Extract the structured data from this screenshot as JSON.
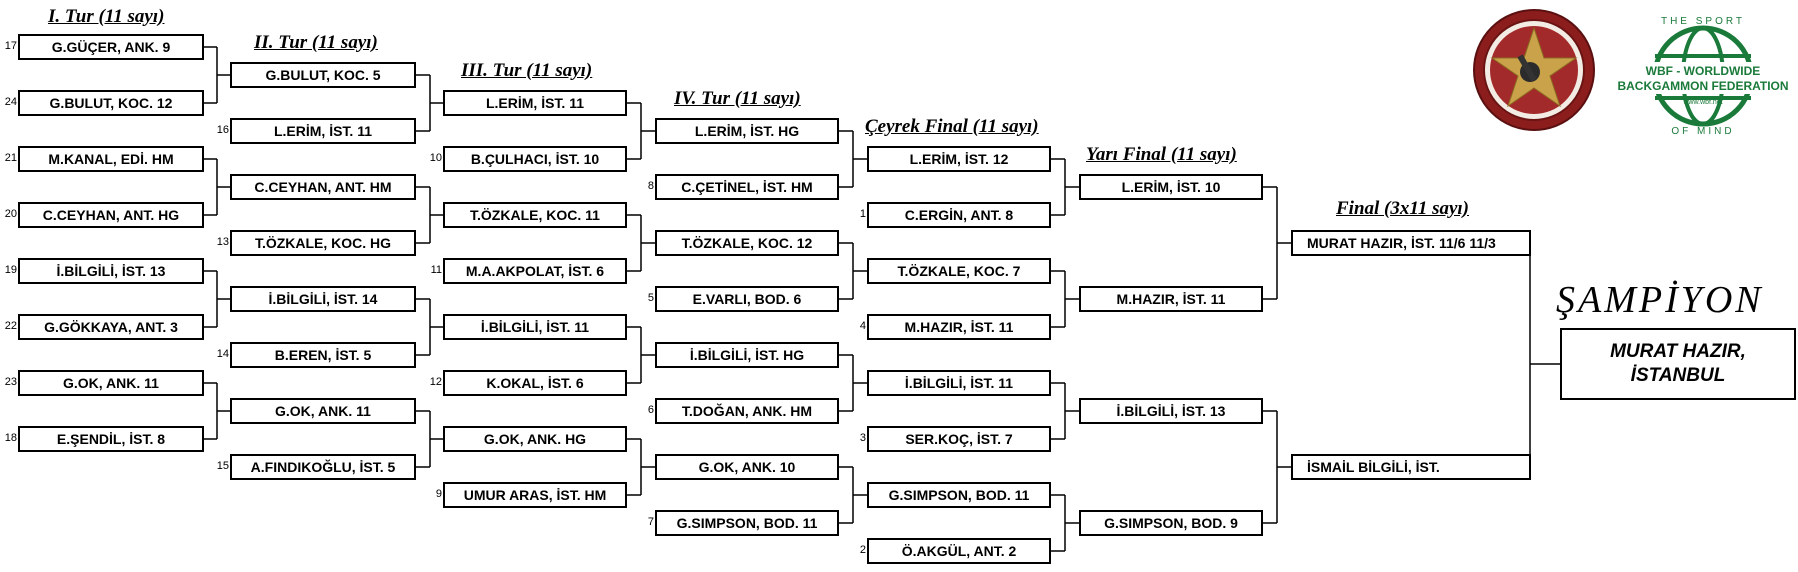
{
  "rounds": [
    {
      "title": "I. Tur (11 sayı)",
      "entries": [
        {
          "seed": "17",
          "name": "G.GÜÇER, ANK.  9"
        },
        {
          "seed": "24",
          "name": "G.BULUT, KOC.  12"
        },
        {
          "seed": "21",
          "name": "M.KANAL, EDİ.  HM"
        },
        {
          "seed": "20",
          "name": "C.CEYHAN, ANT.  HG"
        },
        {
          "seed": "19",
          "name": "İ.BİLGİLİ, İST.  13"
        },
        {
          "seed": "22",
          "name": "G.GÖKKAYA, ANT.  3"
        },
        {
          "seed": "23",
          "name": "G.OK, ANK.  11"
        },
        {
          "seed": "18",
          "name": "E.ŞENDİL, İST.  8"
        }
      ]
    },
    {
      "title": "II. Tur (11 sayı)",
      "entries": [
        {
          "seed": "",
          "name": "G.BULUT, KOC.  5"
        },
        {
          "seed": "16",
          "name": "L.ERİM, İST.  11"
        },
        {
          "seed": "",
          "name": "C.CEYHAN, ANT.  HM"
        },
        {
          "seed": "13",
          "name": "T.ÖZKALE, KOC.  HG"
        },
        {
          "seed": "",
          "name": "İ.BİLGİLİ, İST.  14"
        },
        {
          "seed": "14",
          "name": "B.EREN, İST.  5"
        },
        {
          "seed": "",
          "name": "G.OK, ANK.  11"
        },
        {
          "seed": "15",
          "name": "A.FINDIKOĞLU, İST.  5"
        }
      ]
    },
    {
      "title": "III. Tur (11 sayı)",
      "entries": [
        {
          "seed": "",
          "name": "L.ERİM, İST.  11"
        },
        {
          "seed": "10",
          "name": "B.ÇULHACI, İST.  10"
        },
        {
          "seed": "",
          "name": "T.ÖZKALE, KOC.  11"
        },
        {
          "seed": "11",
          "name": "M.A.AKPOLAT, İST.  6"
        },
        {
          "seed": "",
          "name": "İ.BİLGİLİ, İST.  11"
        },
        {
          "seed": "12",
          "name": "K.OKAL, İST.  6"
        },
        {
          "seed": "",
          "name": "G.OK, ANK.  HG"
        },
        {
          "seed": "9",
          "name": "UMUR ARAS, İST.  HM"
        }
      ]
    },
    {
      "title": "IV. Tur (11 sayı)",
      "entries": [
        {
          "seed": "",
          "name": "L.ERİM, İST.  HG"
        },
        {
          "seed": "8",
          "name": "C.ÇETİNEL, İST.  HM"
        },
        {
          "seed": "",
          "name": "T.ÖZKALE, KOC.  12"
        },
        {
          "seed": "5",
          "name": "E.VARLI, BOD.  6"
        },
        {
          "seed": "",
          "name": "İ.BİLGİLİ, İST.  HG"
        },
        {
          "seed": "6",
          "name": "T.DOĞAN, ANK.  HM"
        },
        {
          "seed": "",
          "name": "G.OK, ANK.  10"
        },
        {
          "seed": "7",
          "name": "G.SIMPSON, BOD.  11"
        }
      ]
    },
    {
      "title": "Çeyrek Final (11 sayı)",
      "entries": [
        {
          "seed": "",
          "name": "L.ERİM, İST.  12"
        },
        {
          "seed": "1",
          "name": "C.ERGİN, ANT.  8"
        },
        {
          "seed": "",
          "name": "T.ÖZKALE, KOC.  7"
        },
        {
          "seed": "4",
          "name": "M.HAZIR, İST.  11"
        },
        {
          "seed": "",
          "name": "İ.BİLGİLİ, İST.  11"
        },
        {
          "seed": "3",
          "name": "SER.KOÇ, İST.  7"
        },
        {
          "seed": "",
          "name": "G.SIMPSON, BOD.  11"
        },
        {
          "seed": "2",
          "name": "Ö.AKGÜL, ANT.  2"
        }
      ]
    },
    {
      "title": "Yarı Final (11 sayı)",
      "entries": [
        {
          "seed": "",
          "name": "L.ERİM, İST.  10"
        },
        {
          "seed": "",
          "name": "M.HAZIR, İST.  11"
        },
        {
          "seed": "",
          "name": "İ.BİLGİLİ, İST.  13"
        },
        {
          "seed": "",
          "name": "G.SIMPSON, BOD.  9"
        }
      ]
    },
    {
      "title": "Final (3x11 sayı)",
      "entries": [
        {
          "seed": "",
          "name": "MURAT HAZIR, İST.  11/6  11/3"
        },
        {
          "seed": "",
          "name": "İSMAİL BİLGİLİ, İST."
        }
      ]
    }
  ],
  "champion": {
    "title": "ŞAMPİYON",
    "line1": "MURAT HAZIR,",
    "line2": "İSTANBUL"
  },
  "logos": {
    "wbf_top": "THE SPORT",
    "wbf_line1": "WBF - WORLDWIDE",
    "wbf_line2": "BACKGAMMON FEDERATION",
    "wbf_url": "www.wbf.net",
    "wbf_bottom": "OF MIND"
  },
  "colors": {
    "wbf_green": "#1a7a3a",
    "logo1_red": "#9b2222",
    "logo1_gold": "#c9a24a"
  }
}
